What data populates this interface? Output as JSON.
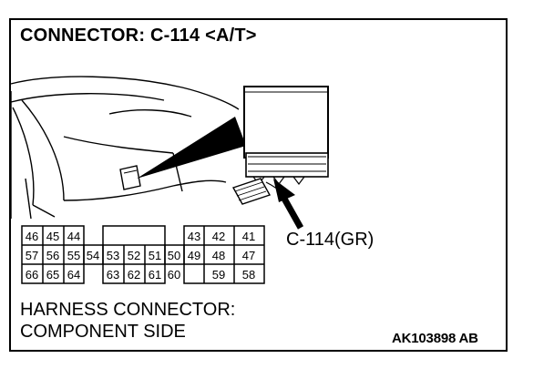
{
  "title": "CONNECTOR: C-114 <A/T>",
  "callout_label": "C-114(GR)",
  "caption": {
    "line1": "HARNESS CONNECTOR:",
    "line2": "COMPONENT SIDE"
  },
  "figure_code": "AK103898 AB",
  "connector": {
    "row1": [
      "46",
      "45",
      "44",
      "43",
      "42",
      "41"
    ],
    "row2": [
      "57",
      "56",
      "55",
      "54",
      "53",
      "52",
      "51",
      "50",
      "49",
      "48",
      "47"
    ],
    "row3": [
      "66",
      "65",
      "64",
      "63",
      "62",
      "61",
      "60",
      "59",
      "58"
    ]
  }
}
